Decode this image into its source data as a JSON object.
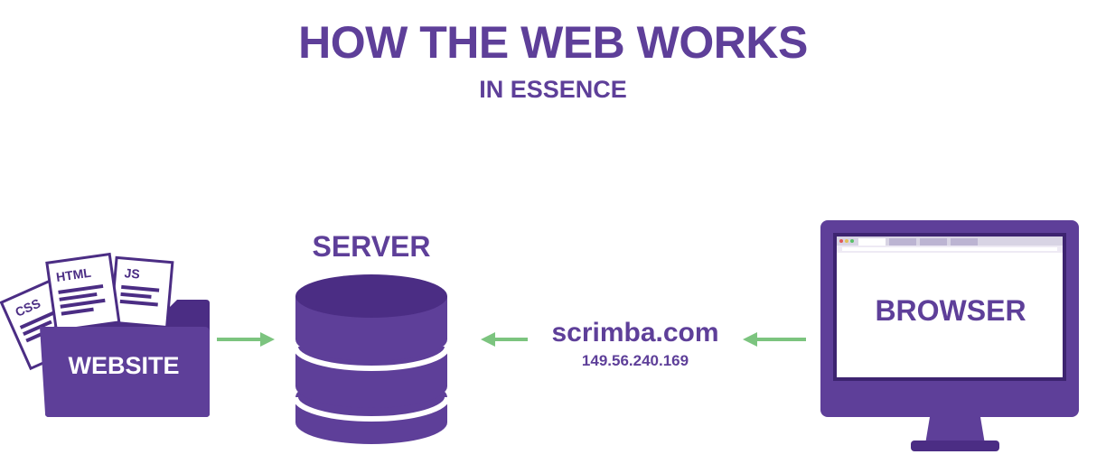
{
  "title": "HOW THE WEB WORKS",
  "subtitle": "IN ESSENCE",
  "website": {
    "label": "WEBSITE",
    "files": [
      "CSS",
      "HTML",
      "JS"
    ]
  },
  "server": {
    "label": "SERVER"
  },
  "browser": {
    "label": "BROWSER"
  },
  "domain": {
    "name": "scrimba.com",
    "ip": "149.56.240.169"
  },
  "colors": {
    "primary": "#5e3f99",
    "dark": "#4b2d84",
    "arrow": "#7cc47f"
  },
  "icons": [
    "folder-icon",
    "database-icon",
    "monitor-icon",
    "arrow-right-icon",
    "arrow-left-icon"
  ]
}
